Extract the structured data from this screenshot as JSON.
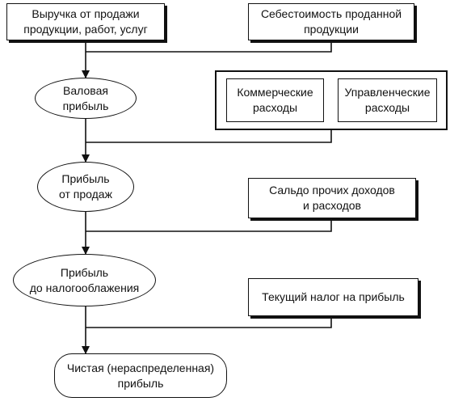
{
  "nodes": {
    "revenue": "Выручка от продажи\nпродукции, работ, услуг",
    "cost": "Себестоимость проданной\nпродукции",
    "gross_profit": "Валовая\nприбыль",
    "commercial_expenses": "Коммерческие\nрасходы",
    "admin_expenses": "Управленческие\nрасходы",
    "sales_profit": "Прибыль\nот продаж",
    "other_balance": "Сальдо прочих доходов\nи расходов",
    "pretax_profit": "Прибыль\nдо налогооблажения",
    "current_tax": "Текущий налог на прибыль",
    "net_profit": "Чистая (нераспределенная)\nприбыль"
  }
}
